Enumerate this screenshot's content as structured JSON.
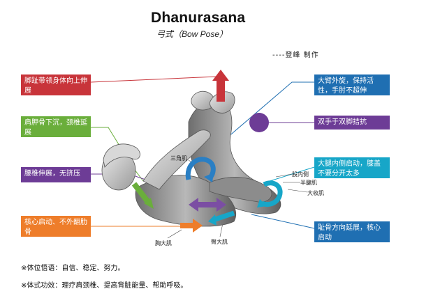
{
  "title": "Dhanurasana",
  "subtitle": "弓式（Bow Pose）",
  "credit": "----登峰 制作",
  "callouts_left": [
    {
      "text": "脚趾带领身体向上伸展",
      "color": "#c8343a"
    },
    {
      "text": "肩胛骨下沉，颈椎延展",
      "color": "#6aae3b"
    },
    {
      "text": "腰椎伸展，无挤压",
      "color": "#6d3c96"
    },
    {
      "text": "核心启动、不外翻肋骨",
      "color": "#ee7d2a"
    }
  ],
  "callouts_right": [
    {
      "text": "大臂外旋，保持活性，手肘不超伸",
      "color": "#1f6fb2"
    },
    {
      "text": "双手于双脚拮抗",
      "color": "#6d3c96"
    },
    {
      "text": "大腿内侧启动，膝盖不要分开太多",
      "color": "#17a6c8"
    },
    {
      "text": "耻骨方向延展，核心启动",
      "color": "#1f6fb2"
    }
  ],
  "muscle_labels": {
    "deltoid": "三角肌",
    "vastus_medialis": "股内侧",
    "semitendinosus": "半腱肌",
    "adductor_magnus": "大收肌",
    "pectoralis_major": "胸大肌",
    "gluteus_maximus": "臀大肌"
  },
  "notes": [
    "※体位悟语：自信、稳定、努力。",
    "※体式功效：理疗肩颈椎、提高背脏能量、帮助呼吸。"
  ],
  "colors": {
    "red_arrow": "#c8343a",
    "blue_ring": "#2a7fc4",
    "purple_ball": "#6d3c96",
    "green_arrow": "#6aae3b",
    "orange_arrow": "#ee7d2a",
    "purple_arrow": "#7b4ea3"
  }
}
